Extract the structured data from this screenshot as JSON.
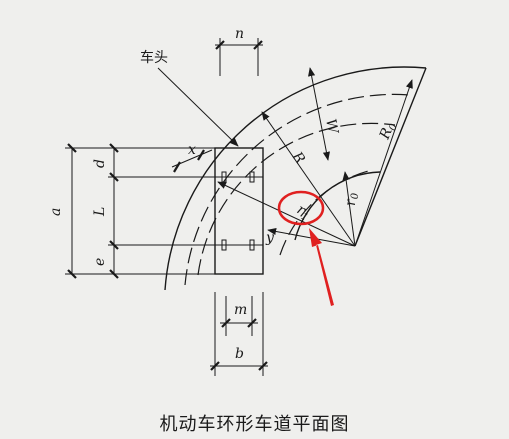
{
  "labels": {
    "head": "车头",
    "n": "n",
    "x": "x",
    "d": "d",
    "L": "L",
    "a": "a",
    "e": "e",
    "y": "y",
    "m": "m",
    "b": "b",
    "R": "R",
    "W": "W",
    "R0_main": "R",
    "R0_sub": "0",
    "r0_main": "r",
    "r0_sub": "0",
    "r1_main": "r",
    "r1_sub": "1"
  },
  "caption": "机动车环形车道平面图",
  "colors": {
    "ink": "#1a1a1a",
    "highlight": "#e02020",
    "background": "#efefed"
  }
}
